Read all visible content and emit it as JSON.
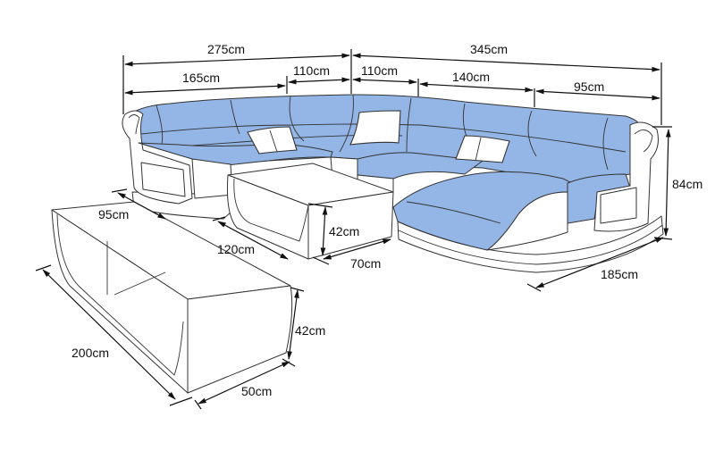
{
  "diagram": {
    "subject": "U-shaped sectional sofa with coffee table and ottoman bench",
    "colors": {
      "upholstery": "#94b6e6",
      "frame": "#ffffff",
      "line": "#333333"
    },
    "sofa": {
      "top_left_total": "275cm",
      "top_left_seg1": "165cm",
      "top_left_seg2": "110cm",
      "top_right_total": "345cm",
      "top_right_seg1": "110cm",
      "top_right_seg2": "140cm",
      "top_right_seg3": "95cm",
      "height": "84cm",
      "chaise_depth": "185cm",
      "seat_depth": "95cm"
    },
    "coffee_table": {
      "length": "120cm",
      "width": "70cm",
      "height": "42cm"
    },
    "bench": {
      "length": "200cm",
      "width": "50cm",
      "height": "42cm"
    }
  }
}
